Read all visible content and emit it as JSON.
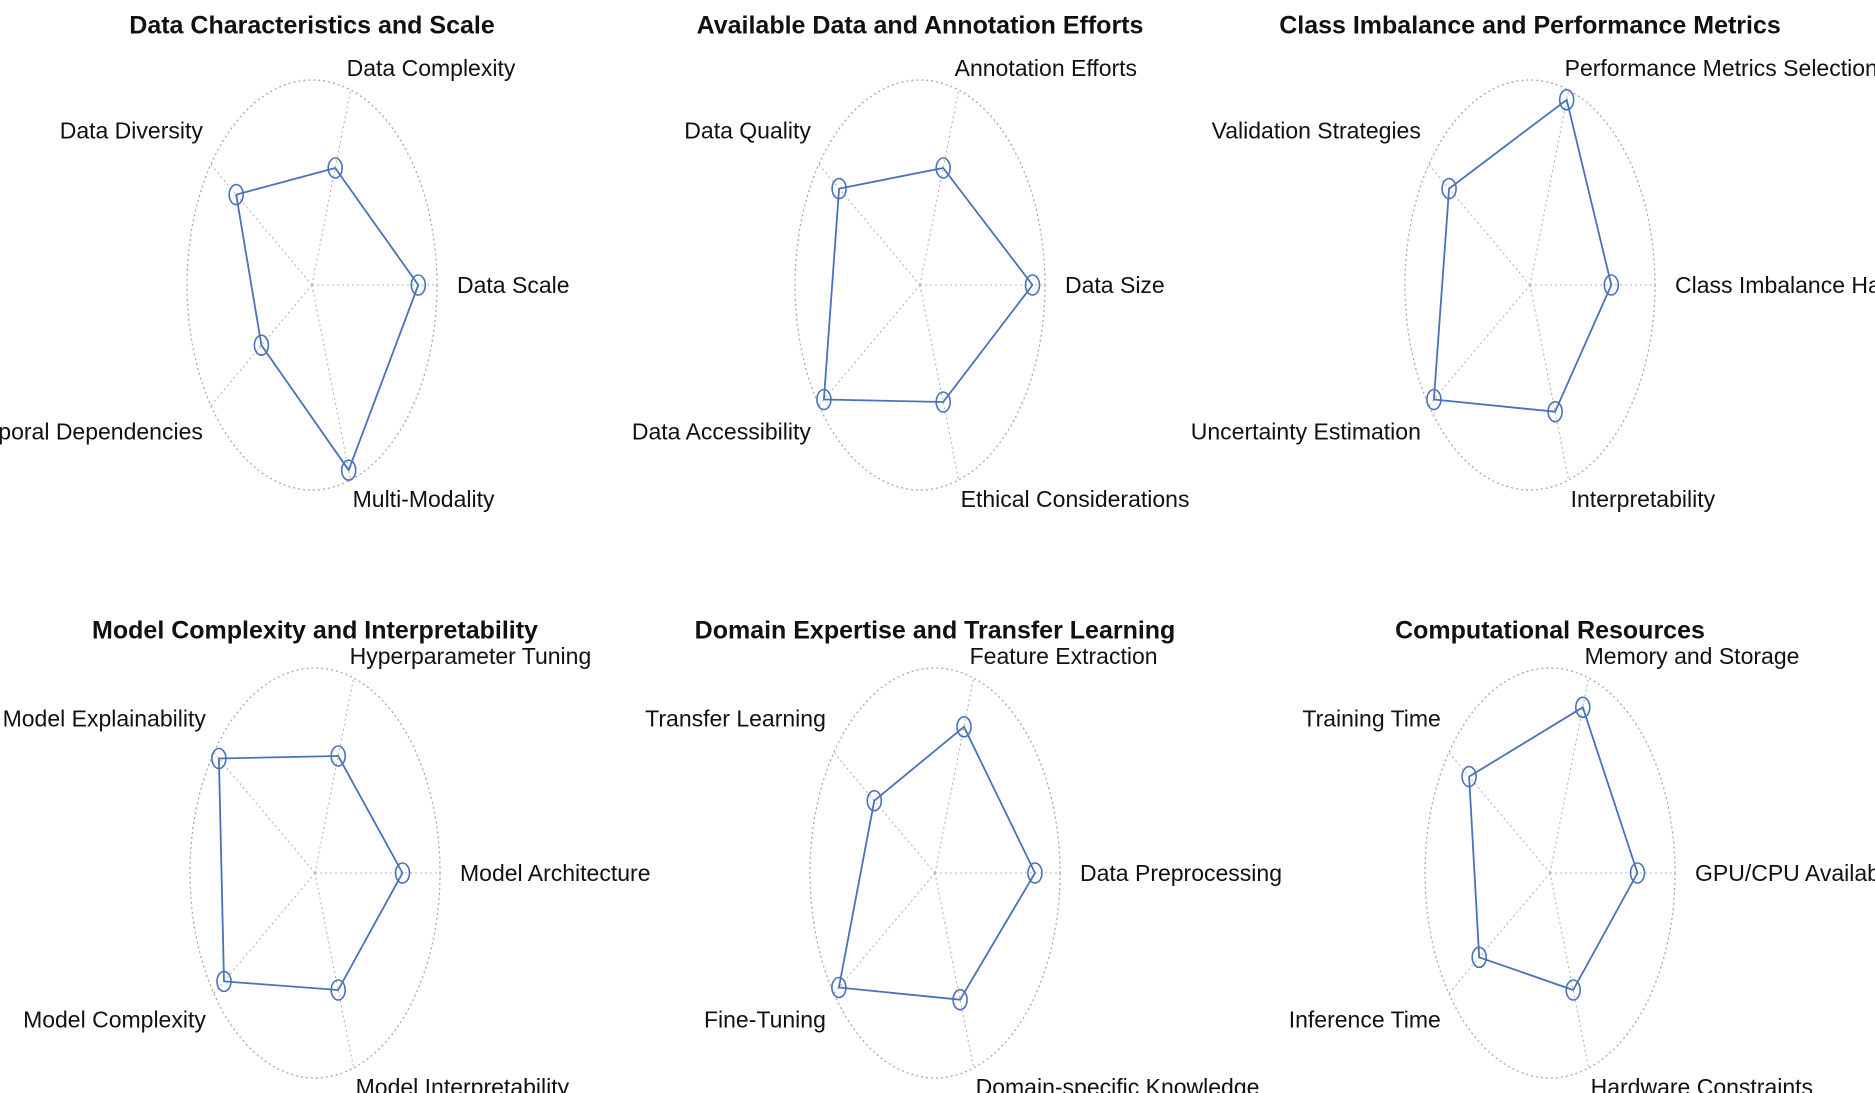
{
  "figure": {
    "line_color": "#4a72b8",
    "grid_color": "#a9a9a9"
  },
  "chart_data": [
    {
      "type": "radar",
      "title": "Data Characteristics and Scale",
      "axes": [
        "Data Scale",
        "Data Complexity",
        "Data Diversity",
        "Temporal Dependencies",
        "Multi-Modality"
      ],
      "values": [
        0.85,
        0.6,
        0.75,
        0.5,
        0.95
      ],
      "rlim": [
        0,
        1
      ],
      "grid": true
    },
    {
      "type": "radar",
      "title": "Available Data and Annotation Efforts",
      "axes": [
        "Data Size",
        "Annotation Efforts",
        "Data Quality",
        "Data Accessibility",
        "Ethical Considerations"
      ],
      "values": [
        0.9,
        0.6,
        0.8,
        0.95,
        0.6
      ],
      "rlim": [
        0,
        1
      ],
      "grid": true
    },
    {
      "type": "radar",
      "title": "Class Imbalance and Performance Metrics",
      "axes": [
        "Class Imbalance Handling",
        "Performance Metrics Selection",
        "Validation Strategies",
        "Uncertainty Estimation",
        "Interpretability"
      ],
      "values": [
        0.65,
        0.95,
        0.8,
        0.95,
        0.65
      ],
      "rlim": [
        0,
        1
      ],
      "grid": true
    },
    {
      "type": "radar",
      "title": "Model Complexity and Interpretability",
      "axes": [
        "Model Architecture",
        "Hyperparameter Tuning",
        "Model Explainability",
        "Model Complexity",
        "Model Interpretability"
      ],
      "values": [
        0.7,
        0.6,
        0.95,
        0.9,
        0.6
      ],
      "rlim": [
        0,
        1
      ],
      "grid": true
    },
    {
      "type": "radar",
      "title": "Domain Expertise and Transfer Learning",
      "axes": [
        "Data Preprocessing",
        "Feature Extraction",
        "Transfer Learning",
        "Fine-Tuning",
        "Domain-specific Knowledge"
      ],
      "values": [
        0.8,
        0.75,
        0.6,
        0.95,
        0.65
      ],
      "rlim": [
        0,
        1
      ],
      "grid": true
    },
    {
      "type": "radar",
      "title": "Computational Resources",
      "axes": [
        "GPU/CPU Availability",
        "Memory and Storage",
        "Training Time",
        "Inference Time",
        "Hardware Constraints"
      ],
      "values": [
        0.7,
        0.85,
        0.8,
        0.7,
        0.6
      ],
      "rlim": [
        0,
        1
      ],
      "grid": true
    }
  ]
}
